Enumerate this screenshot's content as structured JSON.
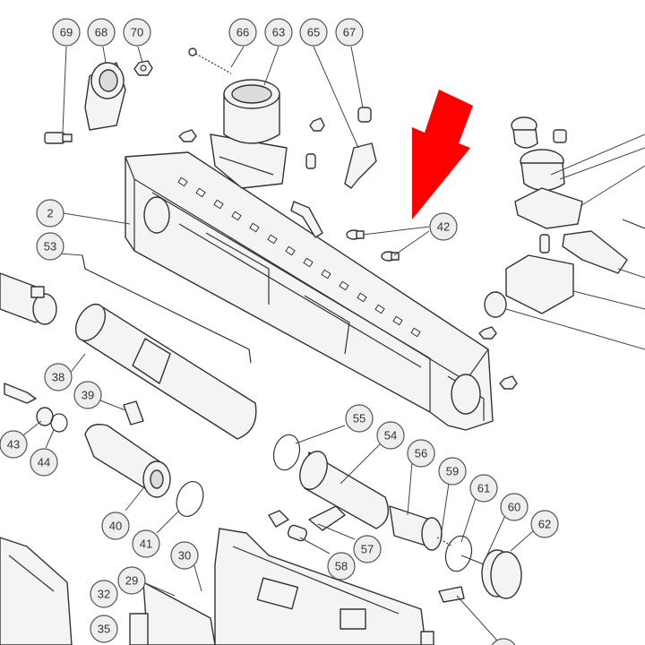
{
  "callouts": [
    {
      "id": "c69",
      "label": "69"
    },
    {
      "id": "c68",
      "label": "68"
    },
    {
      "id": "c70",
      "label": "70"
    },
    {
      "id": "c66",
      "label": "66"
    },
    {
      "id": "c63",
      "label": "63"
    },
    {
      "id": "c65",
      "label": "65"
    },
    {
      "id": "c67",
      "label": "67"
    },
    {
      "id": "c2",
      "label": "2"
    },
    {
      "id": "c42",
      "label": "42"
    },
    {
      "id": "c53",
      "label": "53"
    },
    {
      "id": "c38",
      "label": "38"
    },
    {
      "id": "c39",
      "label": "39"
    },
    {
      "id": "c43",
      "label": "43"
    },
    {
      "id": "c44",
      "label": "44"
    },
    {
      "id": "c55",
      "label": "55"
    },
    {
      "id": "c54",
      "label": "54"
    },
    {
      "id": "c56",
      "label": "56"
    },
    {
      "id": "c59",
      "label": "59"
    },
    {
      "id": "c61",
      "label": "61"
    },
    {
      "id": "c60",
      "label": "60"
    },
    {
      "id": "c62",
      "label": "62"
    },
    {
      "id": "c40",
      "label": "40"
    },
    {
      "id": "c41",
      "label": "41"
    },
    {
      "id": "c57",
      "label": "57"
    },
    {
      "id": "c58",
      "label": "58"
    },
    {
      "id": "c30",
      "label": "30"
    },
    {
      "id": "c29",
      "label": "29"
    },
    {
      "id": "c32",
      "label": "32"
    },
    {
      "id": "c35",
      "label": "35"
    }
  ],
  "highlight_arrow_color": "#ff0000"
}
